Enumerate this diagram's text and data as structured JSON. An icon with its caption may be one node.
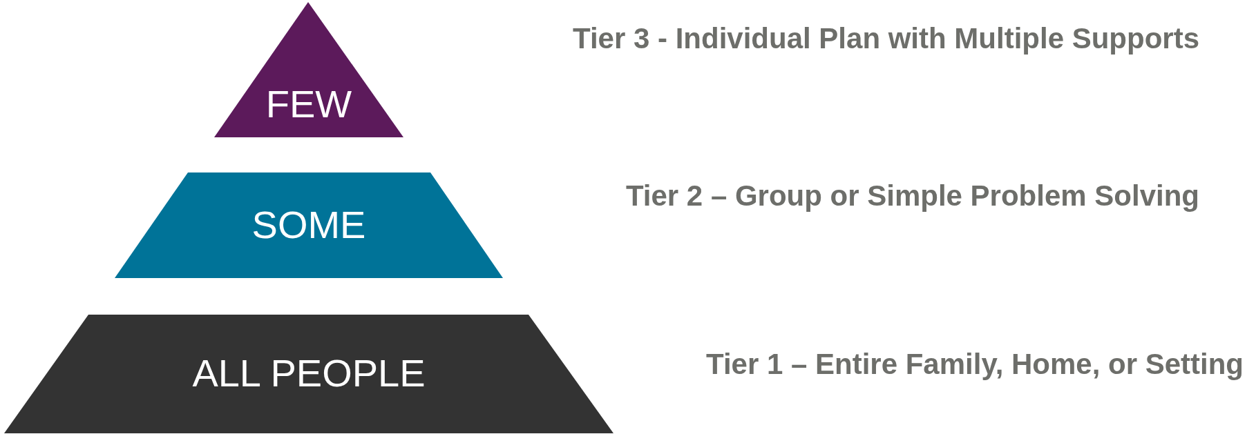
{
  "diagram": {
    "nodes": [
      {
        "text": [
          "FEW"
        ]
      },
      {
        "text": [
          "SOME"
        ]
      },
      {
        "text": [
          "ALL PEOPLE"
        ]
      }
    ],
    "labels": [
      "Tier 3 - Individual Plan with Multiple Supports",
      "Tier 2 – Group or Simple Problem Solving",
      "Tier 1 – Entire Family, Home, or Setting"
    ]
  }
}
